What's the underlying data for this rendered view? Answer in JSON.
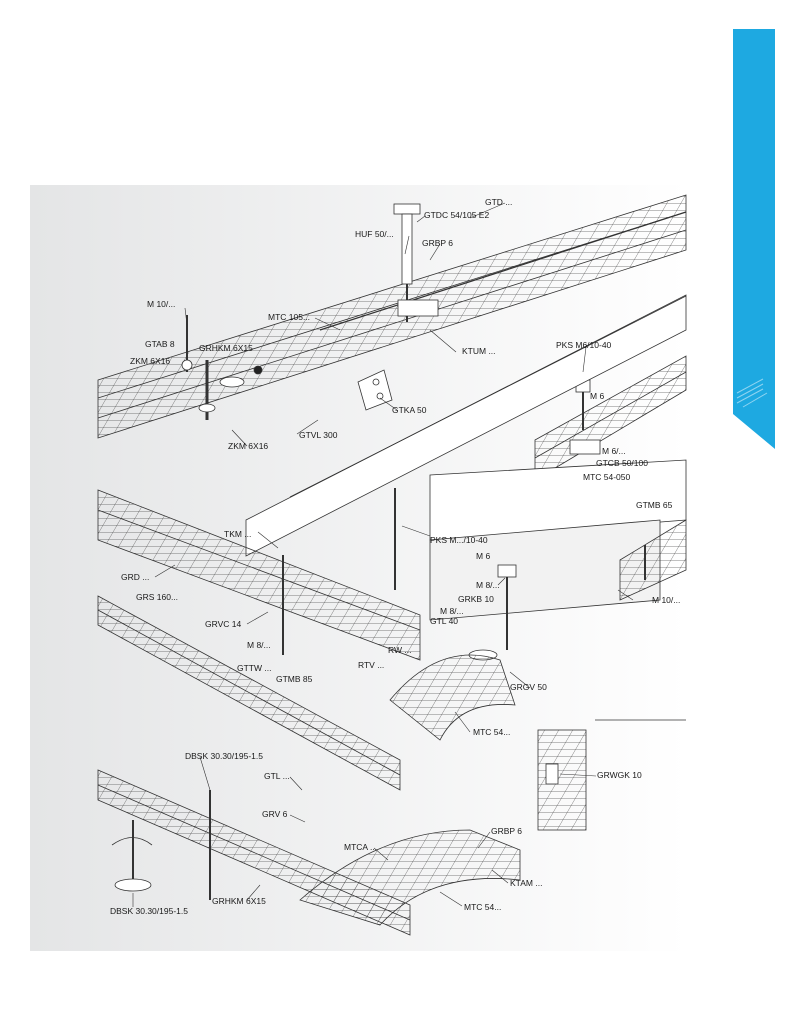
{
  "colors": {
    "accent_tab": "#1ea9e1",
    "panel_gradient_start": "#e4e5e6",
    "panel_gradient_end": "#ffffff",
    "line_art": "#333333"
  },
  "labels": {
    "gtd": "GTD ...",
    "gtdc": "GTDC 54/105 E2",
    "huf": "HUF 50/...",
    "grbp_top": "GRBP 6",
    "m10_top": "M 10/...",
    "mtc105": "MTC 105...",
    "gtab": "GTAB 8",
    "grhkm_top": "GRHKM 6X15",
    "zkm_top": "ZKM 6X16",
    "ktum": "KTUM ...",
    "pks_top": "PKS M6/10-40",
    "m6_right": "M 6",
    "gtka": "GTKA 50",
    "zkm_bottom": "ZKM 6X16",
    "gtvl": "GTVL 300",
    "m6_dots": "M 6/...",
    "gtcb": "GTCB 50/100",
    "mtc54_050": "MTC 54-050",
    "gtmb65": "GTMB 65",
    "tkm": "TKM ...",
    "pks_mid": "PKS M.../10-40",
    "m6_mid": "M 6",
    "grd": "GRD ...",
    "grs": "GRS 160...",
    "m8_a": "M 8/...",
    "grkb": "GRKB 10",
    "m8_b": "M 8/...",
    "gtl40": "GTL 40",
    "m10_right": "M 10/...",
    "grvc": "GRVC 14",
    "m8_c": "M 8/...",
    "rw": "RW ...",
    "rtv": "RTV ...",
    "gttw": "GTTW ...",
    "gtmb85": "GTMB 85",
    "grgv": "GRGV 50",
    "mtc54_mid": "MTC 54...",
    "dbsk_top": "DBSK 30.30/195-1.5",
    "gtl": "GTL ...",
    "grwgk": "GRWGK 10",
    "grv6": "GRV 6",
    "mtca": "MTCA ...",
    "grbp_bottom": "GRBP 6",
    "ktam": "KTAM ...",
    "grhkm_bottom": "GRHKM 6X15",
    "mtc54_bottom": "MTC 54...",
    "dbsk_bottom": "DBSK 30.30/195-1.5"
  }
}
